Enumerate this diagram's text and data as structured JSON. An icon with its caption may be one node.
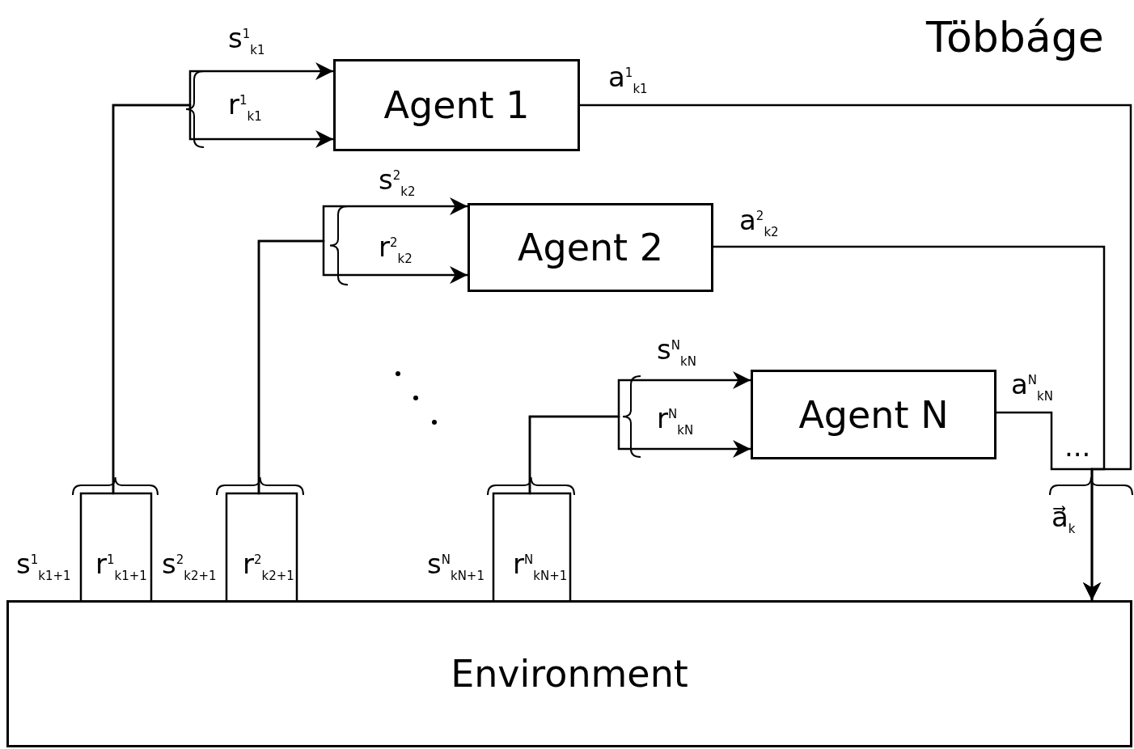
{
  "diagram": {
    "title": "Többáge",
    "nodes": [
      {
        "text": [
          "Agent 1"
        ]
      },
      {
        "text": [
          "Agent 2"
        ]
      },
      {
        "text": [
          "Agent N"
        ]
      },
      {
        "text": [
          "Environment"
        ]
      }
    ],
    "edges": [
      {
        "from": 3,
        "to": 0,
        "arrow": "to",
        "label": "s$^{1}$$_{k1}$"
      },
      {
        "from": 3,
        "to": 0,
        "arrow": "to",
        "label": "r$^{1}$$_{k1}$"
      },
      {
        "from": 3,
        "to": 1,
        "arrow": "to",
        "label": "s$^{2}$$_{k2}$"
      },
      {
        "from": 3,
        "to": 1,
        "arrow": "to",
        "label": "r$^{2}$$_{k2}$"
      },
      {
        "from": 3,
        "to": 2,
        "arrow": "to",
        "label": "s$^{N}$$_{kN}$"
      },
      {
        "from": 3,
        "to": 2,
        "arrow": "to",
        "label": "r$^{N}$$_{kN}$"
      },
      {
        "from": 0,
        "to": 3,
        "arrow": "to",
        "label": "a$^{1}$$_{k1}$"
      },
      {
        "from": 1,
        "to": 3,
        "arrow": "to",
        "label": "a$^{2}$$_{k2}$"
      },
      {
        "from": 2,
        "to": 3,
        "arrow": "to",
        "label": "a$^{N}$$_{kN}$"
      }
    ],
    "labels": [
      "s$^{1}$$_{k1+1}$",
      "r$^{1}$$_{k1+1}$",
      "s$^{2}$$_{k2+1}$",
      "r$^{2}$$_{k2+1}$",
      "s$^{N}$$_{kN+1}$",
      "r$^{N}$$_{kN+1}$",
      "...",
      "a⃗$_{k}$"
    ]
  }
}
